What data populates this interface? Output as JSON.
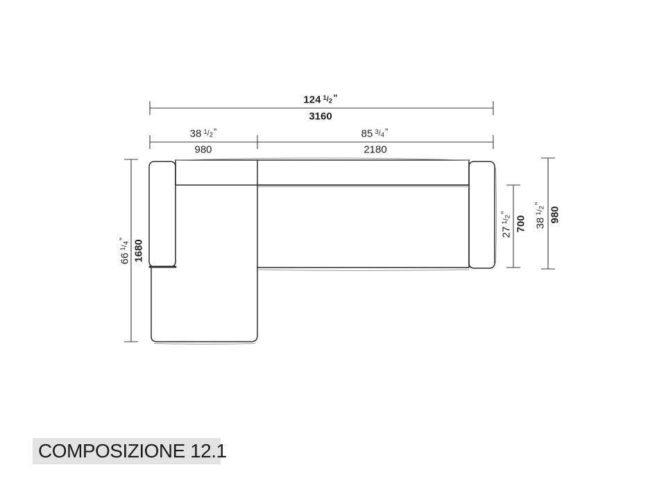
{
  "title": {
    "label": "COMPOSIZIONE 12.1"
  },
  "glyphs": {
    "fraction_slash": "/",
    "inch_mark": "”"
  },
  "dimensions": {
    "overall_width": {
      "inches_whole": "124",
      "frac_num": "1",
      "frac_den": "2",
      "mm": "3160"
    },
    "chaise_module_width": {
      "inches_whole": "38",
      "frac_num": "1",
      "frac_den": "2",
      "mm": "980"
    },
    "sofa_module_width": {
      "inches_whole": "85",
      "frac_num": "3",
      "frac_den": "4",
      "mm": "2180"
    },
    "overall_depth": {
      "inches_whole": "66",
      "frac_num": "1",
      "frac_den": "4",
      "mm": "1680"
    },
    "seat_depth": {
      "inches_whole": "27",
      "frac_num": "1",
      "frac_den": "2",
      "mm": "700"
    },
    "sofa_depth": {
      "inches_whole": "38",
      "frac_num": "1",
      "frac_den": "2",
      "mm": "980"
    }
  },
  "colors": {
    "outline": "#2c2c2c",
    "dimension_line": "#3a3a3a",
    "echo_line": "#9b9b9b",
    "title_background": "#e3e3e3",
    "text": "#1e1e1e"
  }
}
